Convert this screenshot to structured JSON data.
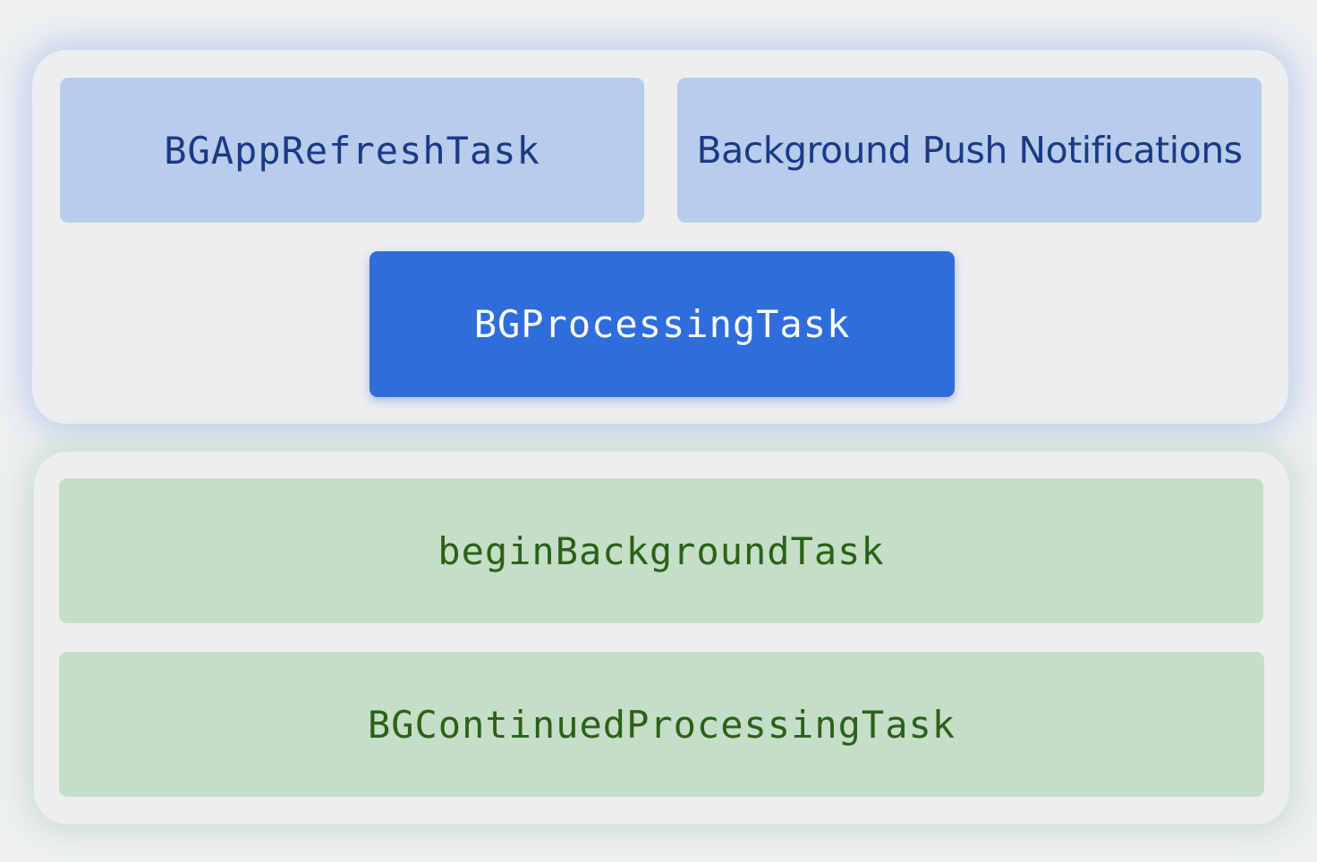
{
  "top_group": {
    "boxes": [
      {
        "label": "BGAppRefreshTask"
      },
      {
        "label": "Background Push Notifications"
      },
      {
        "label": "BGProcessingTask"
      }
    ]
  },
  "bottom_group": {
    "boxes": [
      {
        "label": "beginBackgroundTask"
      },
      {
        "label": "BGContinuedProcessingTask"
      }
    ]
  },
  "colors": {
    "light_blue_fill": "#b8cceb",
    "strong_blue_fill": "#2f6ddd",
    "light_green_fill": "#c5dec8",
    "blue_text": "#1a3a86",
    "green_text": "#2a6218"
  }
}
